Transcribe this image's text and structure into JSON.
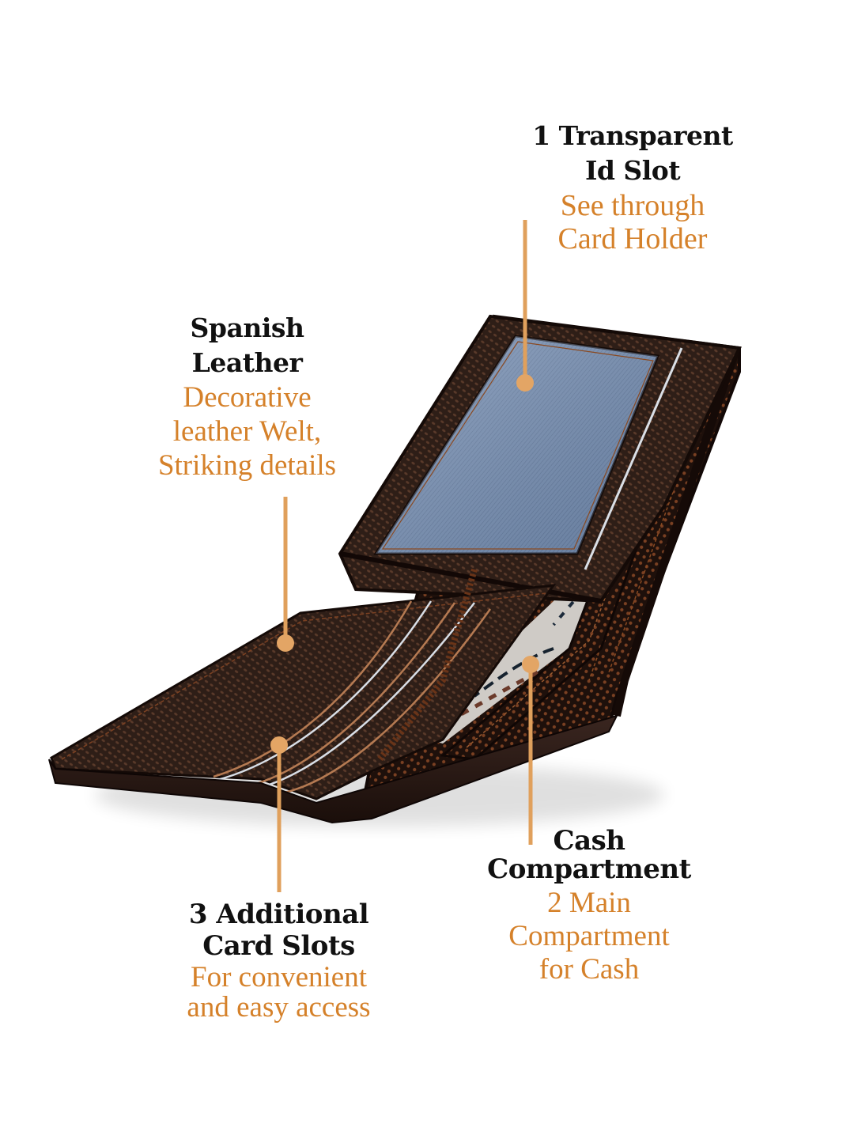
{
  "colors": {
    "background": "#FFFFFF",
    "title_text": "#111111",
    "subtitle_text": "#D5812A",
    "leader_line": "#E0A05C",
    "leather_dark": "#2A1A14",
    "leather_mid": "#3B2820",
    "stitch": "#8A4A22",
    "id_window": "#6E86A8",
    "lining_light": "#CFCBC6"
  },
  "product": {
    "name": "bifold-leather-wallet",
    "image_alt": "Open brown textured leather bifold wallet"
  },
  "callouts": {
    "id_slot": {
      "title_line1": "1 Transparent",
      "title_line2": "Id Slot",
      "sub_line1": "See through",
      "sub_line2": "Card Holder"
    },
    "leather": {
      "title_line1": "Spanish",
      "title_line2": "Leather",
      "sub_line1": "Decorative",
      "sub_line2": "leather Welt,",
      "sub_line3": "Striking details"
    },
    "cash": {
      "title_line1": "Cash",
      "title_line2": "Compartment",
      "sub_line1": "2 Main",
      "sub_line2": "Compartment",
      "sub_line3": "for Cash"
    },
    "card_slots": {
      "title_line1": "3 Additional",
      "title_line2": "Card Slots",
      "sub_line1": "For convenient",
      "sub_line2": "and easy access"
    }
  }
}
